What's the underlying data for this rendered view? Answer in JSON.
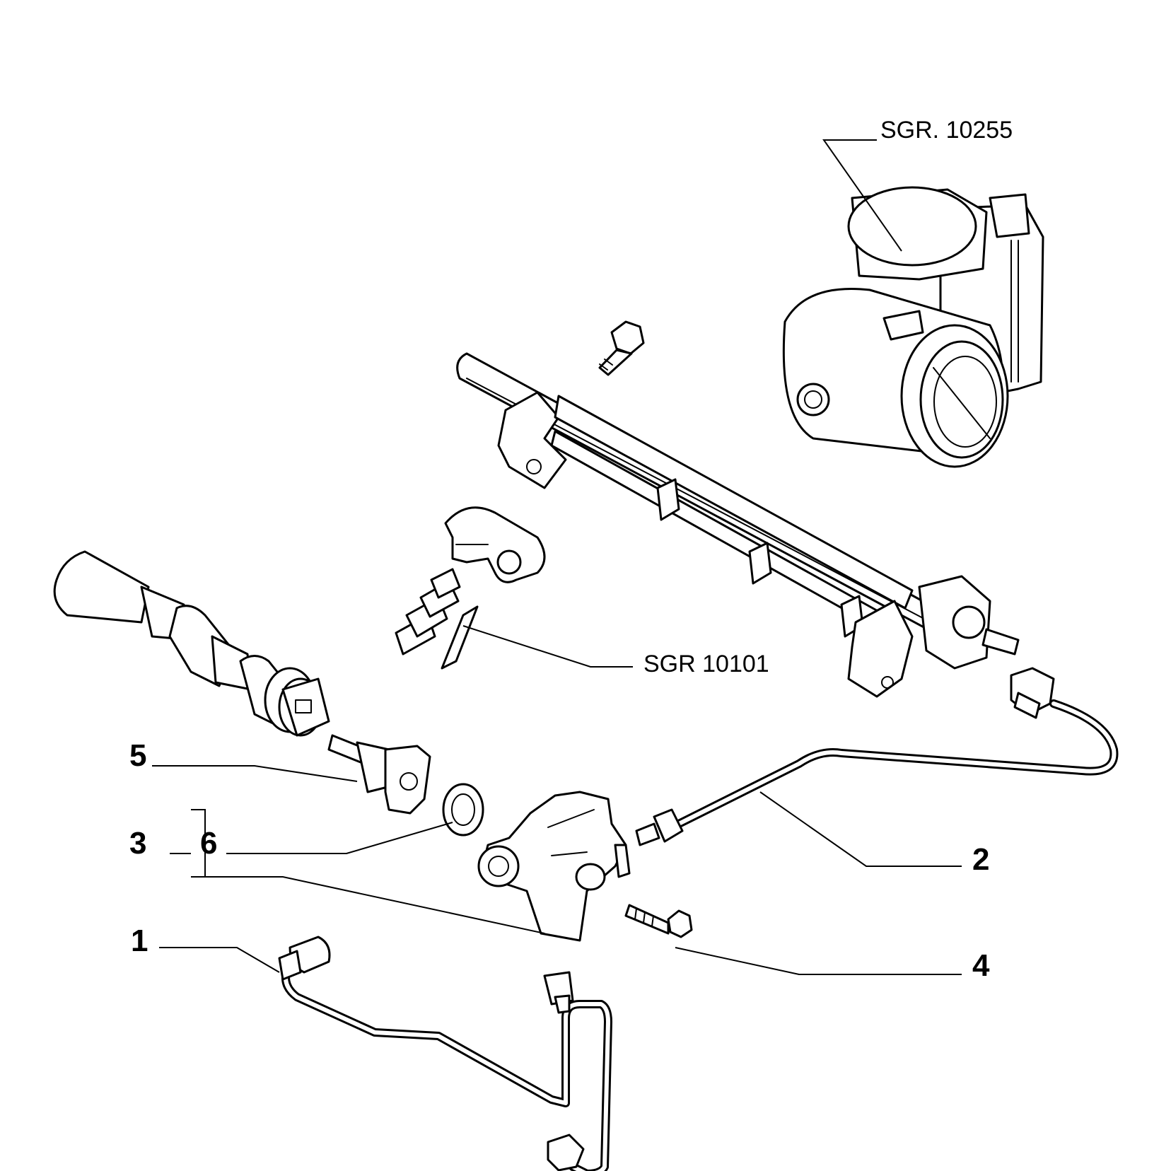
{
  "references": {
    "throttle_body": "SGR. 10255",
    "injector_group": "SGR 10101"
  },
  "callouts": {
    "c1": "1",
    "c2": "2",
    "c3": "3",
    "c4": "4",
    "c5": "5",
    "c6": "6"
  },
  "colors": {
    "line": "#000000",
    "background": "#ffffff"
  }
}
